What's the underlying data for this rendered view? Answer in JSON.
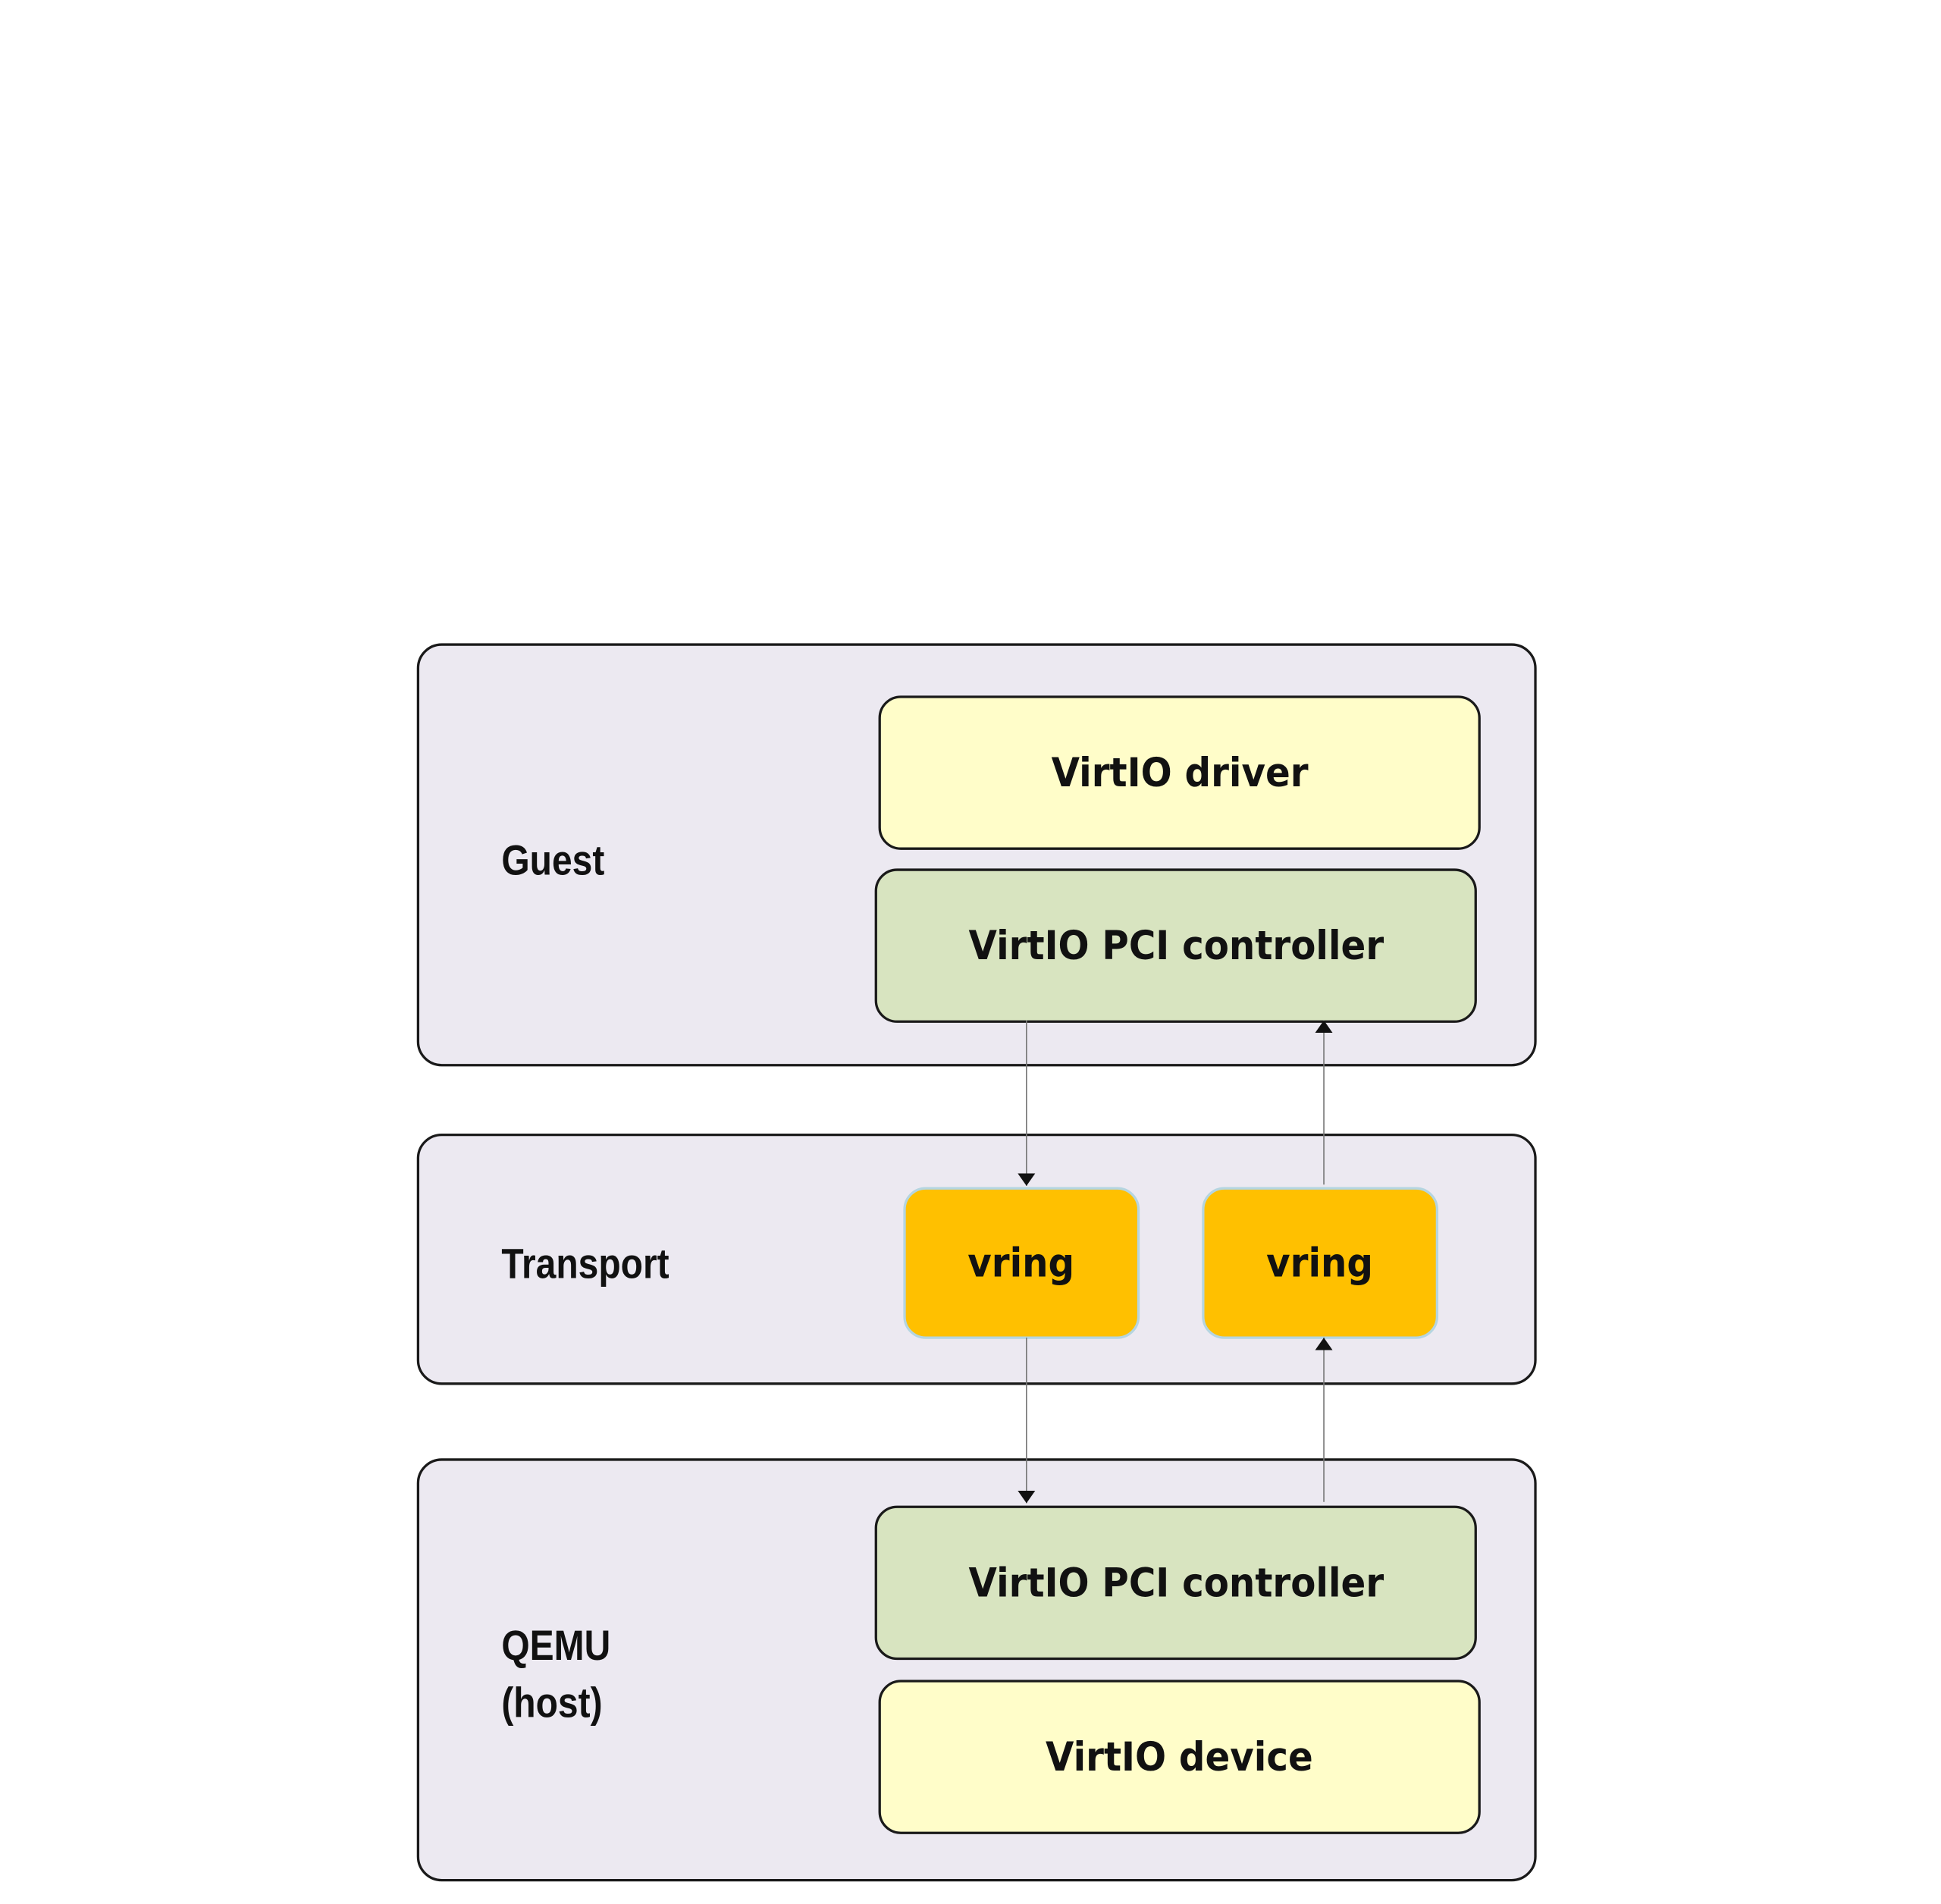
{
  "layers": {
    "guest": {
      "label": "Guest"
    },
    "transport": {
      "label": "Transport"
    },
    "qemu": {
      "label": "QEMU\n(host)"
    }
  },
  "boxes": {
    "guest_driver": "VirtIO driver",
    "guest_controller": "VirtIO PCI controller",
    "vring_left": "vring",
    "vring_right": "vring",
    "host_controller": "VirtIO PCI controller",
    "host_device": "VirtIO device"
  },
  "colors": {
    "layer_background": "#ece9f1",
    "driver_device_fill": "#fffdc9",
    "controller_fill": "#d8e4c0",
    "vring_fill": "#ffc000"
  }
}
